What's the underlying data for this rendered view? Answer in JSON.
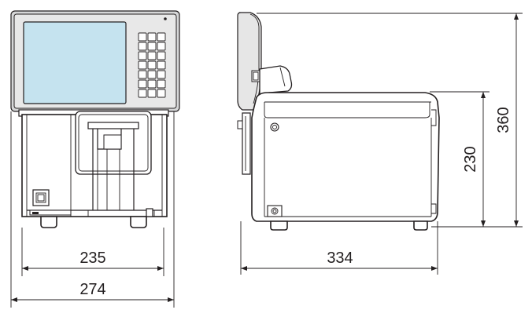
{
  "dimensions": {
    "front_inner_width": "235",
    "front_outer_width": "274",
    "side_depth": "334",
    "side_body_height": "230",
    "side_total_height": "360"
  },
  "colors": {
    "line": "#231f20",
    "screen": "#c5e3ef",
    "panel_shade": "#d6d7d8",
    "background": "#ffffff"
  }
}
